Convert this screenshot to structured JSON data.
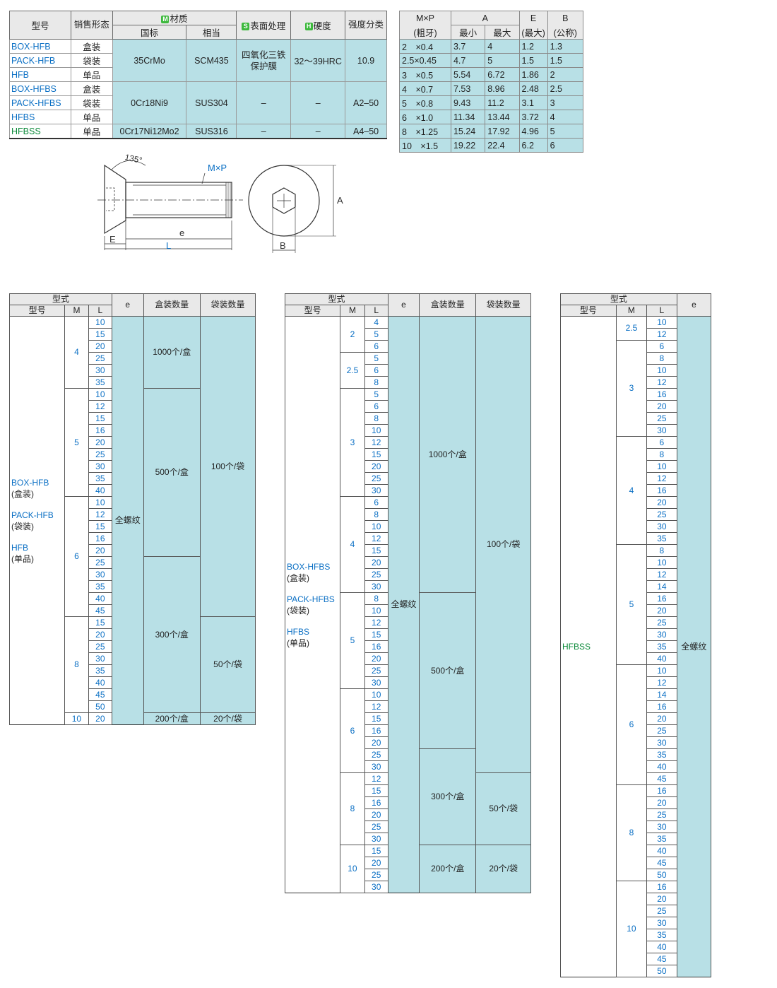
{
  "material_table": {
    "headers": {
      "model": "型号",
      "sales_form": "销售形态",
      "material_badge": "M",
      "material": "材质",
      "material_gb": "国标",
      "material_eq": "相当",
      "surface_badge": "S",
      "surface": "表面处理",
      "hardness_badge": "H",
      "hardness": "硬度",
      "strength": "强度分类"
    },
    "rows": [
      {
        "model": "BOX-HFB",
        "form": "盒装"
      },
      {
        "model": "PACK-HFB",
        "form": "袋装"
      },
      {
        "model": "HFB",
        "form": "单品"
      },
      {
        "model": "BOX-HFBS",
        "form": "盒装"
      },
      {
        "model": "PACK-HFBS",
        "form": "袋装"
      },
      {
        "model": "HFBS",
        "form": "单品"
      },
      {
        "model": "HFBSS",
        "form": "单品"
      }
    ],
    "groups": [
      {
        "gb": "35CrMo",
        "eq": "SCM435",
        "surface": "四氧化三铁保护膜",
        "hardness": "32～39HRC",
        "strength": "10.9"
      },
      {
        "gb": "0Cr18Ni9",
        "eq": "SUS304",
        "surface": "–",
        "hardness": "–",
        "strength": "A2–50"
      },
      {
        "gb": "0Cr17Ni12Mo2",
        "eq": "SUS316",
        "surface": "–",
        "hardness": "–",
        "strength": "A4–50"
      }
    ]
  },
  "dim_table": {
    "headers": {
      "mp": "M×P",
      "mp_sub": "(粗牙)",
      "a": "A",
      "a_min": "最小",
      "a_max": "最大",
      "e": "E",
      "e_sub": "(最大)",
      "b": "B",
      "b_sub": "(公称)"
    },
    "rows": [
      [
        "2　×0.4",
        "3.7",
        "4",
        "1.2",
        "1.3"
      ],
      [
        "2.5×0.45",
        "4.7",
        "5",
        "1.5",
        "1.5"
      ],
      [
        "3　×0.5",
        "5.54",
        "6.72",
        "1.86",
        "2"
      ],
      [
        "4　×0.7",
        "7.53",
        "8.96",
        "2.48",
        "2.5"
      ],
      [
        "5　×0.8",
        "9.43",
        "11.2",
        "3.1",
        "3"
      ],
      [
        "6　×1.0",
        "11.34",
        "13.44",
        "3.72",
        "4"
      ],
      [
        "8　×1.25",
        "15.24",
        "17.92",
        "4.96",
        "5"
      ],
      [
        "10　×1.5",
        "19.22",
        "22.4",
        "6.2",
        "6"
      ]
    ]
  },
  "diagram": {
    "angle": "135°",
    "thread": "M×P",
    "e": "e",
    "E": "E",
    "L": "L",
    "A": "A",
    "B": "B"
  },
  "size_tables": {
    "headers": {
      "type": "型式",
      "model": "型号",
      "m": "M",
      "l": "L",
      "e": "e",
      "box_qty": "盒装数量",
      "bag_qty": "袋装数量"
    },
    "full_thread": "全螺纹",
    "t1": {
      "types": [
        {
          "name": "BOX-HFB",
          "form": "(盒装)"
        },
        {
          "name": "PACK-HFB",
          "form": "(袋装)"
        },
        {
          "name": "HFB",
          "form": "(单品)"
        }
      ],
      "groups": [
        {
          "m": "4",
          "l": [
            "10",
            "15",
            "20",
            "25",
            "30",
            "35"
          ]
        },
        {
          "m": "5",
          "l": [
            "10",
            "12",
            "15",
            "16",
            "20",
            "25",
            "30",
            "35",
            "40"
          ]
        },
        {
          "m": "6",
          "l": [
            "10",
            "12",
            "15",
            "16",
            "20",
            "25",
            "30",
            "35",
            "40",
            "45"
          ]
        },
        {
          "m": "8",
          "l": [
            "15",
            "20",
            "25",
            "30",
            "35",
            "40",
            "45",
            "50"
          ]
        },
        {
          "m": "10",
          "l": [
            "20"
          ]
        }
      ],
      "box": [
        {
          "rows": 6,
          "text": "1000个/盒"
        },
        {
          "rows": 14,
          "text": "500个/盒"
        },
        {
          "rows": 13,
          "text": "300个/盒"
        },
        {
          "rows": 1,
          "text": "200个/盒"
        }
      ],
      "bag": [
        {
          "rows": 25,
          "text": "100个/袋"
        },
        {
          "rows": 8,
          "text": "50个/袋"
        },
        {
          "rows": 1,
          "text": "20个/袋"
        }
      ]
    },
    "t2": {
      "types": [
        {
          "name": "BOX-HFBS",
          "form": "(盒装)"
        },
        {
          "name": "PACK-HFBS",
          "form": "(袋装)"
        },
        {
          "name": "HFBS",
          "form": "(单品)"
        }
      ],
      "groups": [
        {
          "m": "2",
          "l": [
            "4",
            "5",
            "6"
          ]
        },
        {
          "m": "2.5",
          "l": [
            "5",
            "6",
            "8"
          ]
        },
        {
          "m": "3",
          "l": [
            "5",
            "6",
            "8",
            "10",
            "12",
            "15",
            "20",
            "25",
            "30"
          ]
        },
        {
          "m": "4",
          "l": [
            "6",
            "8",
            "10",
            "12",
            "15",
            "20",
            "25",
            "30"
          ]
        },
        {
          "m": "5",
          "l": [
            "8",
            "10",
            "12",
            "15",
            "16",
            "20",
            "25",
            "30"
          ]
        },
        {
          "m": "6",
          "l": [
            "10",
            "12",
            "15",
            "16",
            "20",
            "25",
            "30"
          ]
        },
        {
          "m": "8",
          "l": [
            "12",
            "15",
            "16",
            "20",
            "25",
            "30"
          ]
        },
        {
          "m": "10",
          "l": [
            "15",
            "20",
            "25",
            "30"
          ]
        }
      ],
      "box": [
        {
          "rows": 23,
          "text": "1000个/盒"
        },
        {
          "rows": 13,
          "text": "500个/盒"
        },
        {
          "rows": 8,
          "text": "300个/盒"
        },
        {
          "rows": 4,
          "text": "200个/盒"
        }
      ],
      "bag": [
        {
          "rows": 38,
          "text": "100个/袋"
        },
        {
          "rows": 6,
          "text": "50个/袋"
        },
        {
          "rows": 4,
          "text": "20个/袋"
        }
      ]
    },
    "t3": {
      "types": [
        {
          "name": "HFBSS",
          "form": ""
        }
      ],
      "groups": [
        {
          "m": "2.5",
          "l": [
            "10",
            "12"
          ]
        },
        {
          "m": "3",
          "l": [
            "6",
            "8",
            "10",
            "12",
            "16",
            "20",
            "25",
            "30"
          ]
        },
        {
          "m": "4",
          "l": [
            "6",
            "8",
            "10",
            "12",
            "16",
            "20",
            "25",
            "30",
            "35"
          ]
        },
        {
          "m": "5",
          "l": [
            "8",
            "10",
            "12",
            "14",
            "16",
            "20",
            "25",
            "30",
            "35",
            "40"
          ]
        },
        {
          "m": "6",
          "l": [
            "10",
            "12",
            "14",
            "16",
            "20",
            "25",
            "30",
            "35",
            "40",
            "45"
          ]
        },
        {
          "m": "8",
          "l": [
            "16",
            "20",
            "25",
            "30",
            "35",
            "40",
            "45",
            "50"
          ]
        },
        {
          "m": "10",
          "l": [
            "16",
            "20",
            "25",
            "30",
            "35",
            "40",
            "45",
            "50"
          ]
        }
      ]
    }
  },
  "colors": {
    "shade": "#b8e0e6",
    "blue": "#0a6fc4",
    "green": "#0c8a3a",
    "badge": "#3db93d"
  }
}
